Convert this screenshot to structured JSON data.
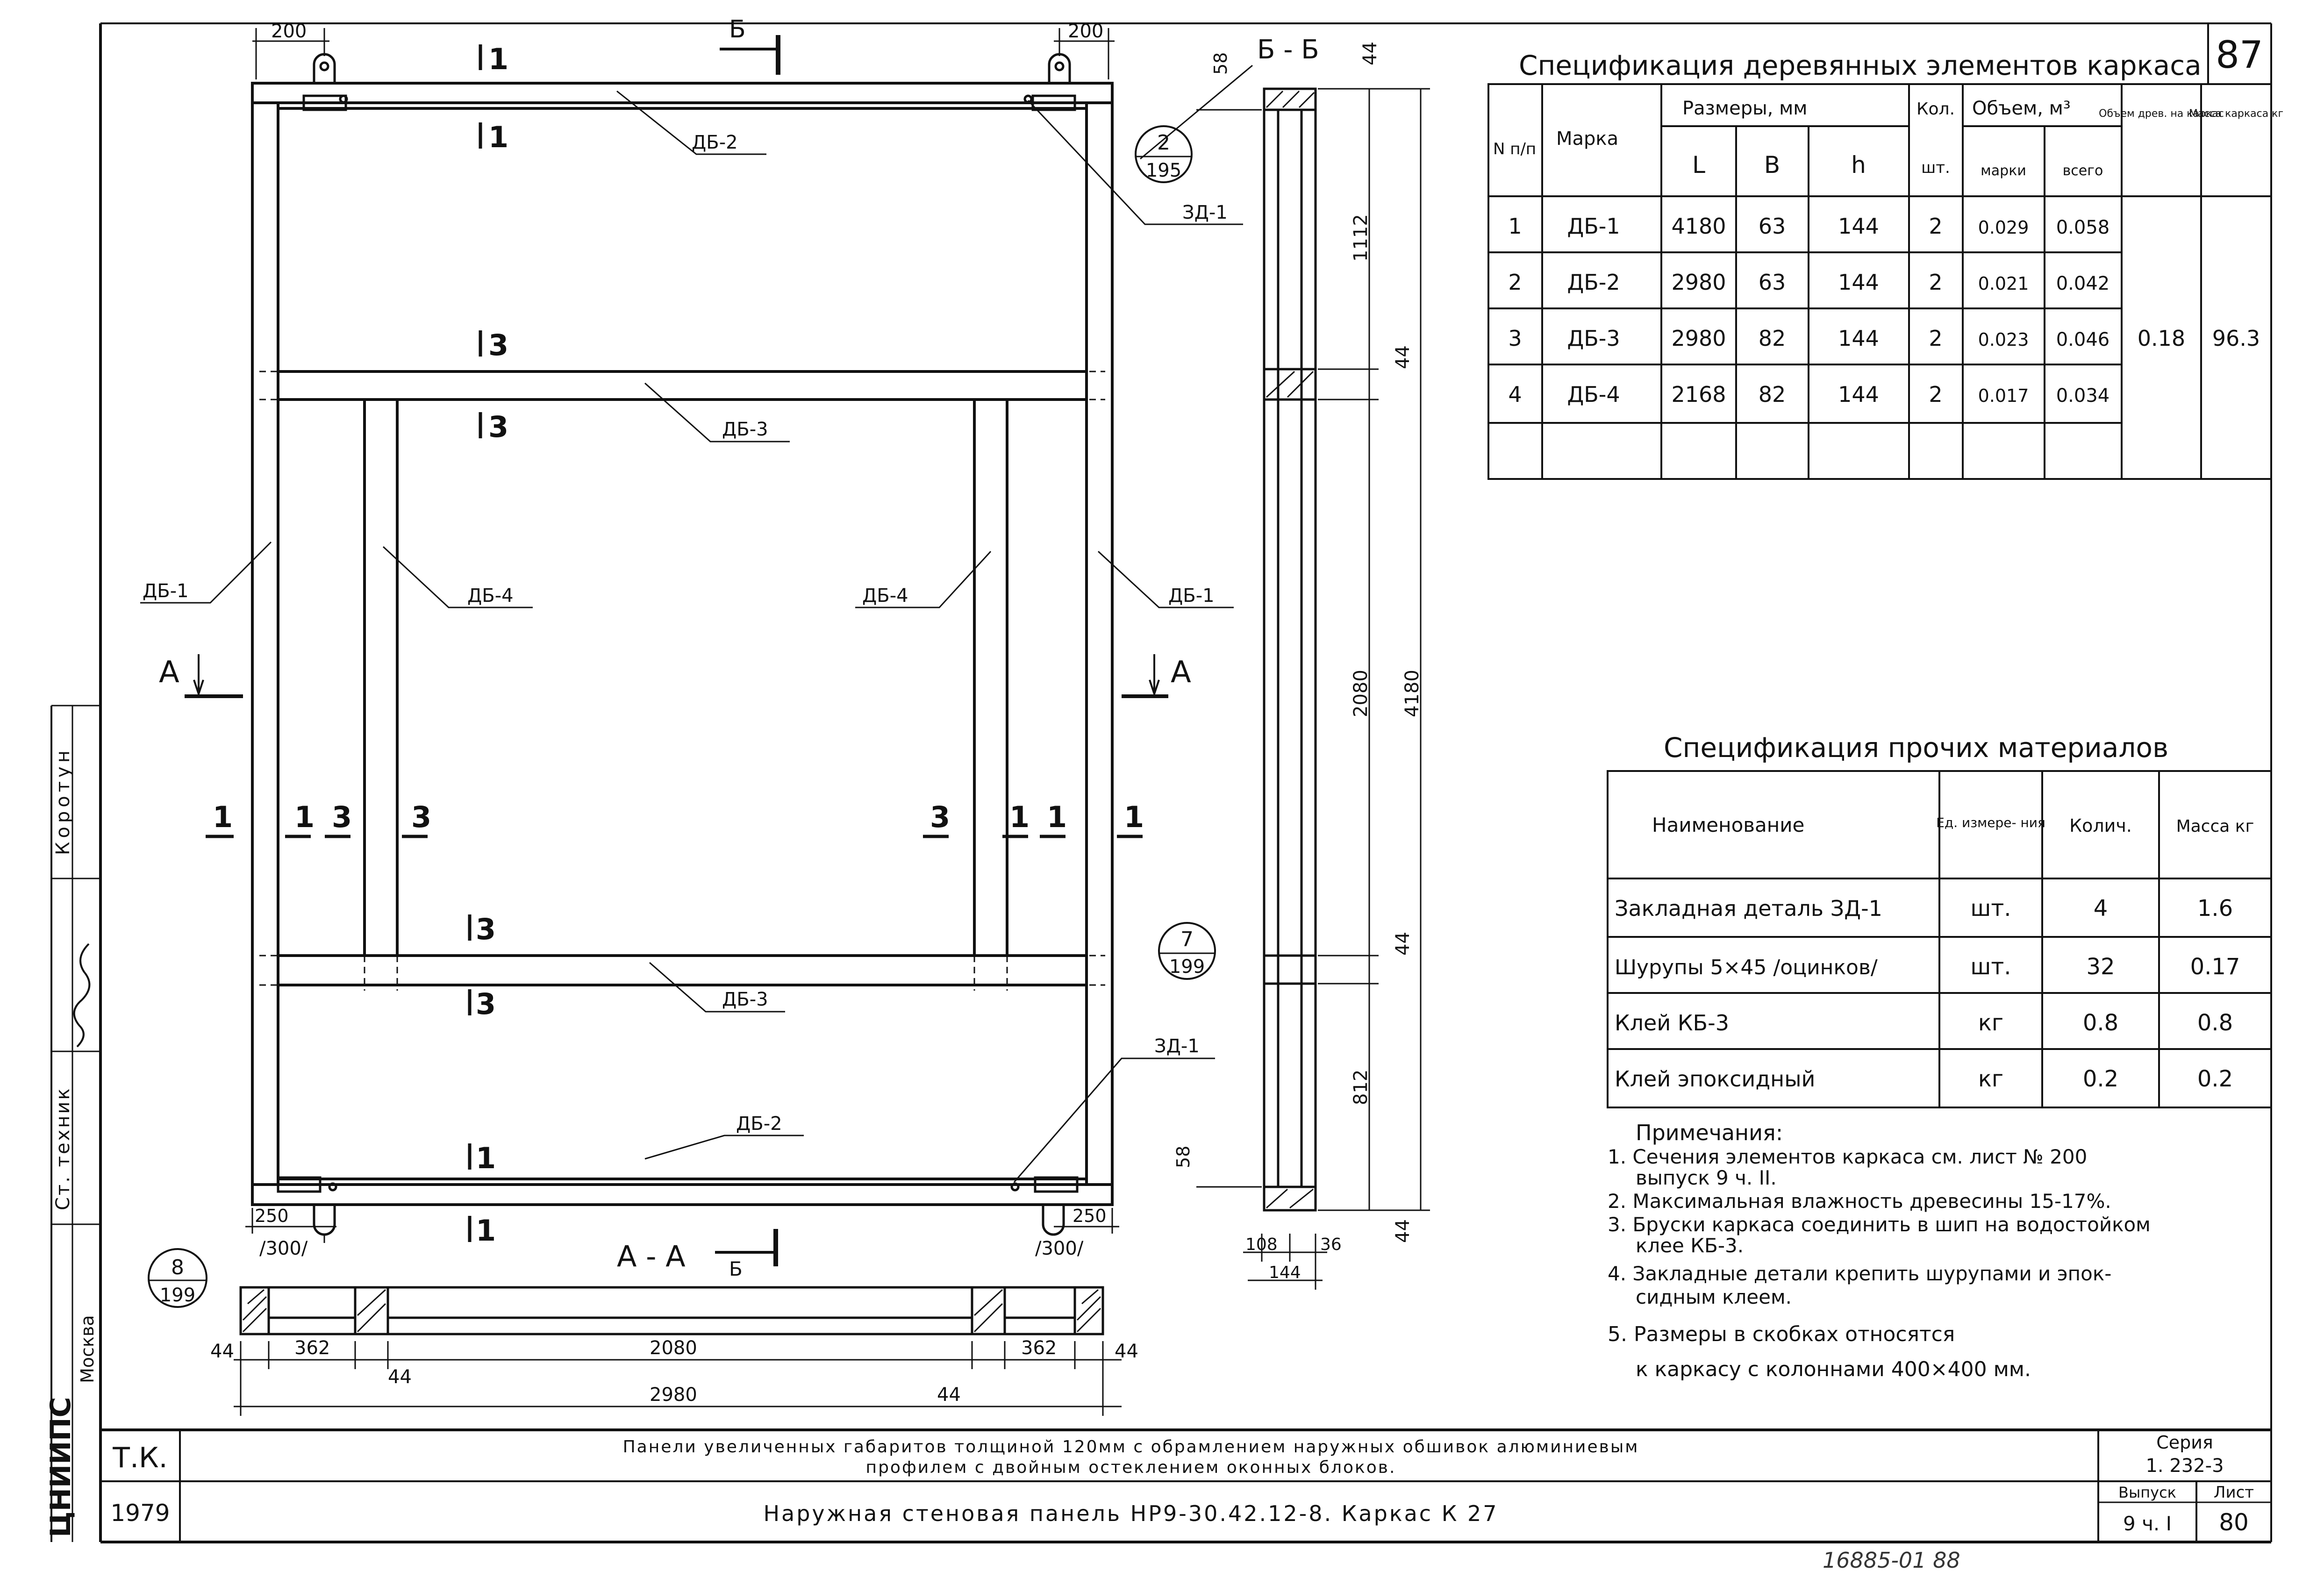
{
  "sheet_corner_number": "87",
  "drawing": {
    "top_dims": [
      "200",
      "200"
    ],
    "section_marks": {
      "cut_b_top": "Б",
      "cut_b_bottom": "Б",
      "a_left": "А",
      "a_right": "А",
      "aa_label": "А - А"
    },
    "pos_marks": [
      "1",
      "1",
      "3",
      "3",
      "3",
      "3",
      "1",
      "1",
      "1",
      "1",
      "1",
      "3",
      "3",
      "1",
      "1",
      "3",
      "3",
      "1"
    ],
    "leaders": {
      "db2_top": "ДБ-2",
      "db3_top": "ДБ-3",
      "db1_left": "ДБ-1",
      "db4_left": "ДБ-4",
      "db4_right": "ДБ-4",
      "db1_right": "ДБ-1",
      "db3_bottom": "ДБ-3",
      "db2_bottom": "ДБ-2",
      "zd1_top": "ЗД-1",
      "zd1_bottom": "ЗД-1"
    },
    "callouts": [
      {
        "num": "2",
        "sheet": "195"
      },
      {
        "num": "7",
        "sheet": "199"
      },
      {
        "num": "8",
        "sheet": "199"
      }
    ],
    "bottom_dims": {
      "d250_left": "250",
      "d300_left": "/300/",
      "d250_right": "250",
      "d300_right": "/300/"
    },
    "aa_dims": {
      "a": "44",
      "b": "362",
      "c": "2080",
      "d": "362",
      "e": "44",
      "f": "44",
      "g": "2980",
      "h": "44"
    },
    "bb": {
      "title": "Б - Б",
      "top_44": "44",
      "d58_top": "58",
      "d1112": "1112",
      "d44_a": "44",
      "d2080": "2080",
      "d4180": "4180",
      "d44_b": "44",
      "d812": "812",
      "d58_bottom": "58",
      "d44_c": "44",
      "d108": "108",
      "d36": "36",
      "d144": "144"
    }
  },
  "spec_wood": {
    "title": "Спецификация деревянных элементов каркаса",
    "headers": {
      "num": "N п/п",
      "mark": "Марка",
      "sizes": "Размеры, мм",
      "L": "L",
      "B": "B",
      "h": "h",
      "qty": "Кол.",
      "qty_unit": "шт.",
      "vol": "Объем, м³",
      "vol_mark": "марки",
      "vol_total": "всего",
      "vol_frame": "Объем древ. на каркас",
      "mass": "Масса каркаса кг"
    },
    "rows": [
      {
        "n": "1",
        "mark": "ДБ-1",
        "L": "4180",
        "B": "63",
        "h": "144",
        "qty": "2",
        "v1": "0.029",
        "v2": "0.058"
      },
      {
        "n": "2",
        "mark": "ДБ-2",
        "L": "2980",
        "B": "63",
        "h": "144",
        "qty": "2",
        "v1": "0.021",
        "v2": "0.042"
      },
      {
        "n": "3",
        "mark": "ДБ-3",
        "L": "2980",
        "B": "82",
        "h": "144",
        "qty": "2",
        "v1": "0.023",
        "v2": "0.046"
      },
      {
        "n": "4",
        "mark": "ДБ-4",
        "L": "2168",
        "B": "82",
        "h": "144",
        "qty": "2",
        "v1": "0.017",
        "v2": "0.034"
      }
    ],
    "frame_volume": "0.18",
    "frame_mass": "96.3"
  },
  "spec_other": {
    "title": "Спецификация прочих материалов",
    "headers": {
      "name": "Наименование",
      "unit": "Ед. измере- ния",
      "qty": "Колич.",
      "mass": "Масса кг"
    },
    "rows": [
      {
        "name": "Закладная деталь ЗД-1",
        "unit": "шт.",
        "qty": "4",
        "mass": "1.6"
      },
      {
        "name": "Шурупы 5×45 /оцинков/",
        "unit": "шт.",
        "qty": "32",
        "mass": "0.17"
      },
      {
        "name": "Клей КБ-3",
        "unit": "кг",
        "qty": "0.8",
        "mass": "0.8"
      },
      {
        "name": "Клей эпоксидный",
        "unit": "кг",
        "qty": "0.2",
        "mass": "0.2"
      }
    ]
  },
  "notes": {
    "title": "Примечания:",
    "lines": [
      "1. Сечения элементов каркаса см. лист № 200",
      "выпуск 9 ч. II.",
      "2. Максимальная влажность древесины 15-17%.",
      "3. Бруски каркаса соединить в шип на водостойком",
      "клее КБ-3.",
      "4. Закладные детали крепить шурупами и эпок-",
      "сидным клеем.",
      "5. Размеры в скобках относятся",
      "к каркасу с колоннами 400×400 мм."
    ]
  },
  "side_stamp": {
    "name": "Коротун",
    "role": "Ст. техник",
    "org": "Москва",
    "org2": "ЦНИИПС"
  },
  "title_block": {
    "org": "Т.К.",
    "year": "1979",
    "line1": "Панели увеличенных габаритов толщиной 120мм с обрамлением наружных обшивок алюминиевым",
    "line2": "профилем с двойным остеклением оконных блоков.",
    "line3": "Наружная стеновая панель НР9-30.42.12-8. Каркас К 27",
    "series_label": "Серия",
    "series": "1. 232-3",
    "issue_label": "Выпуск",
    "issue": "9 ч. I",
    "sheet_label": "Лист",
    "sheet": "80"
  },
  "footer_handwriting": "16885-01   88"
}
